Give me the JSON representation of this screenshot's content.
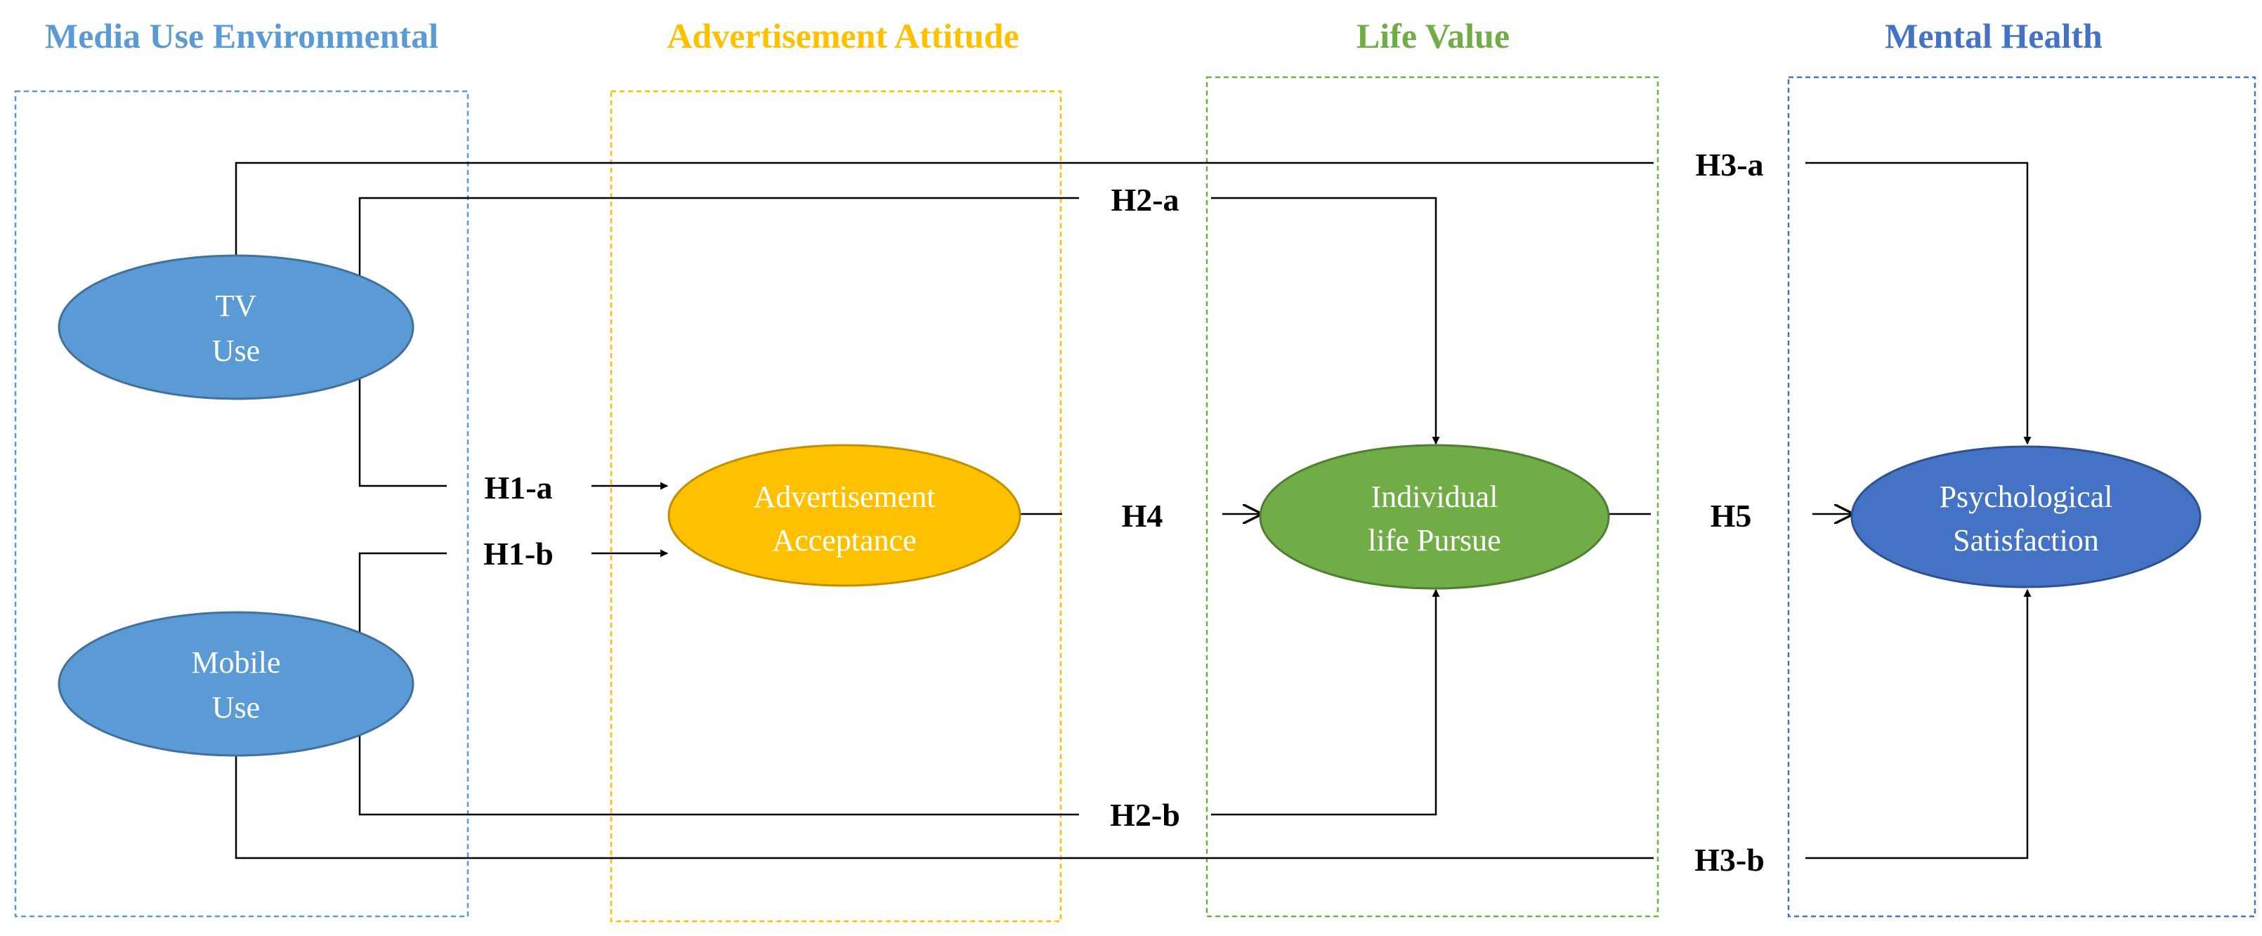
{
  "groups": [
    {
      "id": "media",
      "title": "Media Use Environmental",
      "color": "#5b9bd5"
    },
    {
      "id": "ad",
      "title": "Advertisement Attitude",
      "color": "#ffc000"
    },
    {
      "id": "life",
      "title": "Life Value",
      "color": "#70ad47"
    },
    {
      "id": "mental",
      "title": "Mental Health",
      "color": "#4472c4"
    }
  ],
  "nodes": {
    "tv": {
      "lines": [
        "TV",
        "Use"
      ],
      "color": "#5b9bd5"
    },
    "mobile": {
      "lines": [
        "Mobile",
        "Use"
      ],
      "color": "#5b9bd5"
    },
    "ad": {
      "lines": [
        "Advertisement",
        "Acceptance"
      ],
      "color": "#ffc000"
    },
    "life": {
      "lines": [
        "Individual",
        "life Pursue"
      ],
      "color": "#70ad47"
    },
    "psych": {
      "lines": [
        "Psychological",
        "Satisfaction"
      ],
      "color": "#4472c4"
    }
  },
  "hypotheses": {
    "h1a": "H1-a",
    "h1b": "H1-b",
    "h2a": "H2-a",
    "h2b": "H2-b",
    "h3a": "H3-a",
    "h3b": "H3-b",
    "h4": "H4",
    "h5": "H5"
  }
}
